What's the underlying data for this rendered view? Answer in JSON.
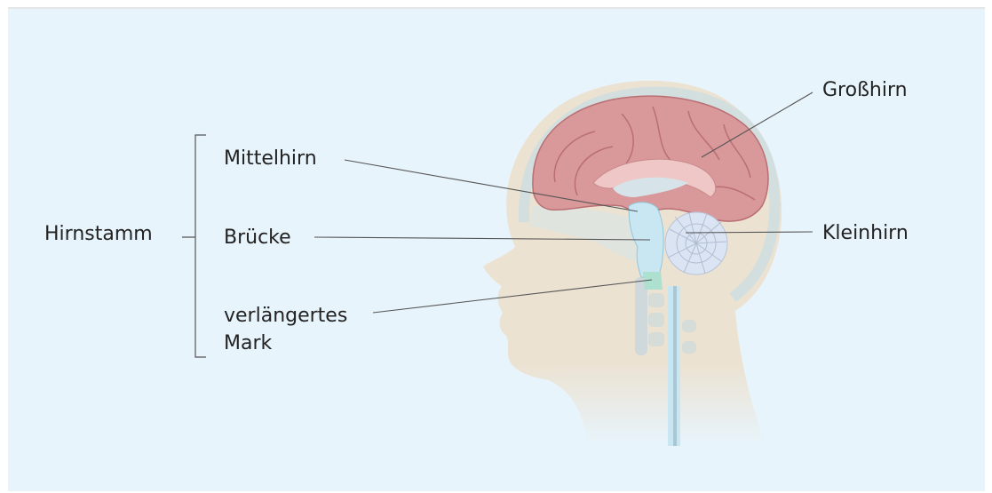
{
  "labels": {
    "hirnstamm": "Hirnstamm",
    "mittelhirn": "Mittelhirn",
    "bruecke": "Brücke",
    "mark_line1": "verlängertes",
    "mark_line2": "Mark",
    "grosshirn": "Großhirn",
    "kleinhirn": "Kleinhirn"
  },
  "colors": {
    "background": "#e8f4fb",
    "head": "#ebe2d2",
    "skull": "#d3dede",
    "cerebrum": "#d9989a",
    "brainstem": "#c9e7f3",
    "medulla": "#aee0cf",
    "cerebellum": "#dbe4f2",
    "lines": "#555555"
  }
}
